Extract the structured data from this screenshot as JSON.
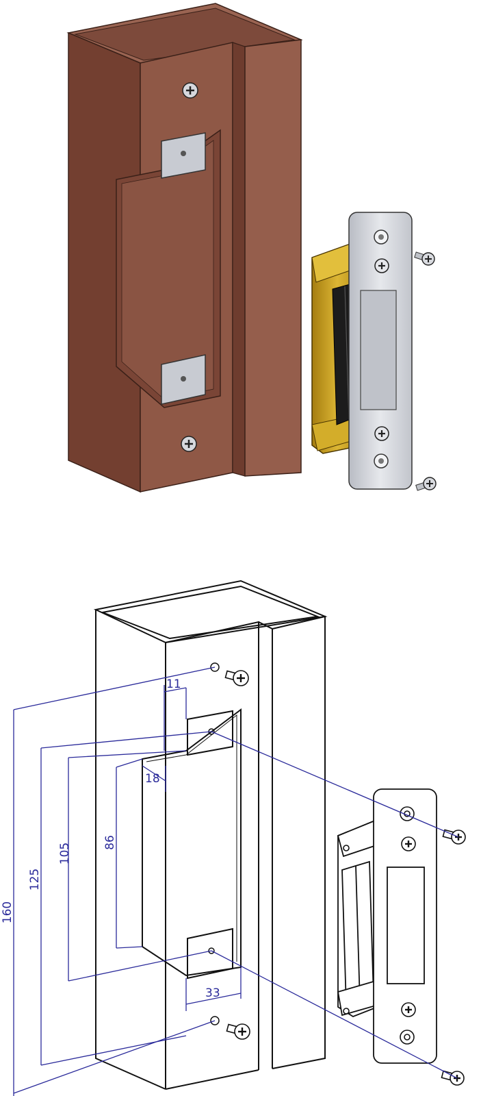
{
  "colors": {
    "door_frame_front": "#8f5846",
    "door_frame_side": "#733f30",
    "door_frame_top": "#9a6452",
    "door_frame_inner": "#7d4a3b",
    "strike_body": "#c9a21a",
    "faceplate": "#d3d6dd",
    "dimension_lines": "#2a2a9a",
    "line_art": "#111111"
  },
  "icons": [
    "phillips-screw-icon",
    "screw-hole-icon"
  ],
  "dimensions": {
    "d11": "11",
    "d18": "18",
    "d86": "86",
    "d105": "105",
    "d125": "125",
    "d160": "160",
    "d33": "33"
  }
}
